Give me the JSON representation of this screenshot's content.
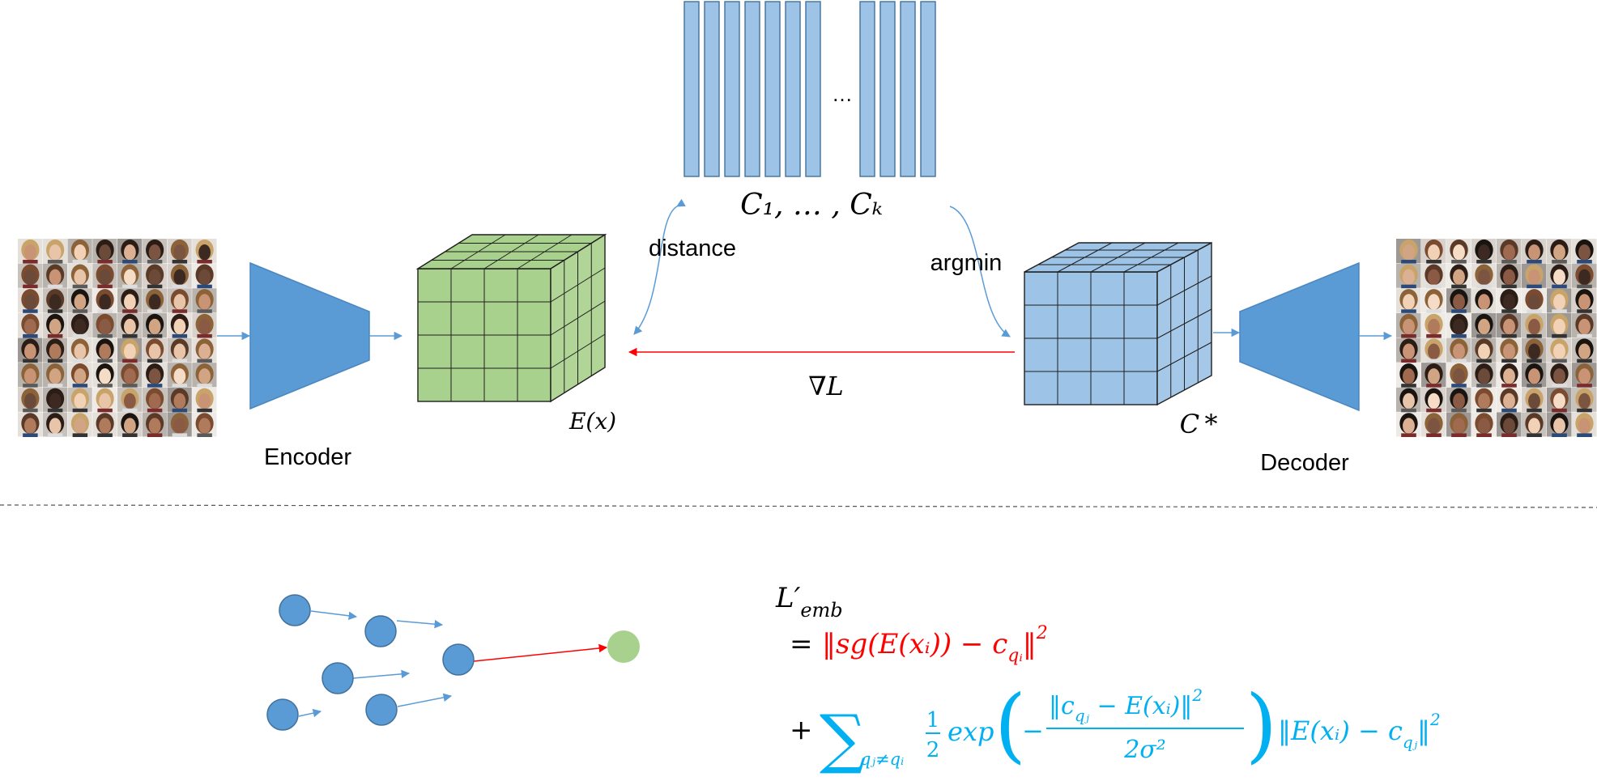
{
  "labels": {
    "encoder": "Encoder",
    "decoder": "Decoder",
    "distance": "distance",
    "argmin": "argmin",
    "codebook": "C₁, … , Cₖ",
    "codebook_ellipsis": "…",
    "encoded": "E(x)",
    "quantized": "C *",
    "gradient": "∇L"
  },
  "formula": {
    "lhs": "L′",
    "lhs_sub": "emb",
    "line1_eq": "=",
    "line1_term": "‖sg(E(xᵢ)) − c",
    "line1_sub": "qᵢ",
    "line1_close": "‖",
    "line1_sup": "2",
    "line2_plus": "+",
    "sum_symbol": "∑",
    "sum_sub": "qⱼ≠qᵢ",
    "half_num": "1",
    "half_den": "2",
    "exp": "exp",
    "frac_num": "‖c",
    "frac_num_sub": "qⱼ",
    "frac_num_rest": " − E(xᵢ)‖",
    "frac_num_sup": "2",
    "frac_den": "2σ²",
    "neg": "−",
    "tail": "‖E(xᵢ) − c",
    "tail_sub": "qⱼ",
    "tail_close": "‖",
    "tail_sup": "2"
  },
  "colors": {
    "encoder_blue": "#5b9bd5",
    "cube_green": "#a9d18e",
    "cube_blue": "#9dc3e6",
    "codebook_blue": "#9dc3e6",
    "gradient_red": "#ff0000",
    "formula_red": "#ff0000",
    "formula_cyan": "#00b0f0",
    "point_blue": "#5b9bd5",
    "target_green": "#a9d18e"
  },
  "face_palette": [
    "#e8c4a8",
    "#c99476",
    "#8a5a44",
    "#f1d2b6",
    "#b07a5c",
    "#6b4a3a",
    "#dcb092",
    "#a06a50",
    "#3c2a22",
    "#f5dcc6",
    "#d1a484",
    "#7c5442"
  ]
}
